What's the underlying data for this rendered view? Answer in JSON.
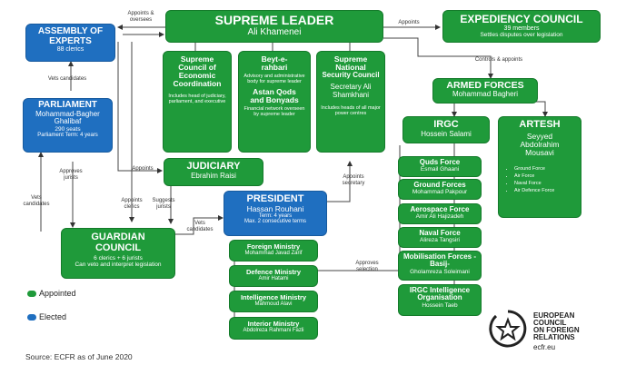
{
  "supreme_leader": {
    "title": "SUPREME LEADER",
    "name": "Ali Khamenei"
  },
  "assembly": {
    "title": "ASSEMBLY OF EXPERTS",
    "sub": "88 clerics"
  },
  "expediency": {
    "title": "EXPEDIENCY COUNCIL",
    "sub1": "39 members",
    "sub2": "Settles disputes over legislation"
  },
  "parliament": {
    "title": "PARLIAMENT",
    "name1": "Mohammad-Bagher",
    "name2": "Ghalibaf",
    "seats": "290 seats",
    "term": "Parliament Term: 4 years"
  },
  "economic": {
    "title1": "Supreme",
    "title2": "Council of",
    "title3": "Economic",
    "title4": "Coordination",
    "desc": "Includes head of judiciary, parliament, and executive"
  },
  "beyt": {
    "title1": "Beyt-e-",
    "title2": "rahbari",
    "desc": "Advisory and administrative body for supreme leader",
    "title3": "Astan Qods",
    "title4": "and Bonyads",
    "desc2": "Financial network overseen by supreme leader"
  },
  "security": {
    "title1": "Supreme",
    "title2": "National",
    "title3": "Security Council",
    "name1": "Secretary Ali",
    "name2": "Shamkhani",
    "desc": "Includes heads of all major power centres"
  },
  "armed_forces": {
    "title": "ARMED FORCES",
    "name": "Mohammad Bagheri"
  },
  "irgc": {
    "title": "IRGC",
    "name": "Hossein Salami"
  },
  "artesh": {
    "title": "ARTESH",
    "name1": "Seyyed",
    "name2": "Abdolrahim",
    "name3": "Mousavi",
    "items": [
      "Ground Force",
      "Air Force",
      "Naval Force",
      "Air Defence Force"
    ]
  },
  "irgc_units": [
    {
      "title": "Quds Force",
      "name": "Esmail Ghaani"
    },
    {
      "title": "Ground Forces",
      "name": "Mohammad Pakpour"
    },
    {
      "title": "Aerospace Force",
      "name": "Amir Ali Hajizadeh"
    },
    {
      "title": "Naval Force",
      "name": "Alireza Tangsiri"
    },
    {
      "title": "Mobilisation Forces -Basij-",
      "name": "Gholamreza Soleimani"
    },
    {
      "title": "IRGC Intelligence Organisation",
      "name": "Hossein Taeb"
    }
  ],
  "judiciary": {
    "title": "JUDICIARY",
    "name": "Ebrahim Raisi"
  },
  "president": {
    "title": "PRESIDENT",
    "name": "Hassan Rouhani",
    "term": "Term: 4 years",
    "max": "Max. 2 consecutive terms"
  },
  "ministries": [
    {
      "title": "Foreign Ministry",
      "name": "Mohammad Javad Zarif"
    },
    {
      "title": "Defence Ministry",
      "name": "Amir Hatami"
    },
    {
      "title": "Intelligence Ministry",
      "name": "Mahmoud Alavi"
    },
    {
      "title": "Interior Ministry",
      "name": "Abdolreza Rahmani Fazli"
    }
  ],
  "guardian": {
    "title1": "GUARDIAN",
    "title2": "COUNCIL",
    "sub1": "6 clerics + 6 jurists",
    "sub2": "Can veto and interpret legislation"
  },
  "labels": {
    "appoints_oversees": "Appoints & oversees",
    "appoints_top": "Appoints",
    "controls": "Controls & appoints",
    "vets_candidates_top": "Vets candidates",
    "approves_jurists": "Approves jurists",
    "vets_candidates_left": "Vets candidates",
    "appoints_judiciary": "Appoints",
    "appoints_clerics": "Appoints clerics",
    "suggests_jurists": "Suggests jurists",
    "vets_candidates_pres": "Vets candidates",
    "appoints_secretary": "Appoints secretary",
    "approves_selection": "Approves selection"
  },
  "legend": {
    "appointed": "Appointed",
    "elected": "Elected",
    "appointed_color": "#1f9a3a",
    "elected_color": "#1f6fc0"
  },
  "source": "Source: ECFR as of June 2020",
  "ecfr": {
    "line1": "EUROPEAN",
    "line2": "COUNCIL",
    "line3": "ON FOREIGN",
    "line4": "RELATIONS",
    "url": "ecfr.eu"
  }
}
